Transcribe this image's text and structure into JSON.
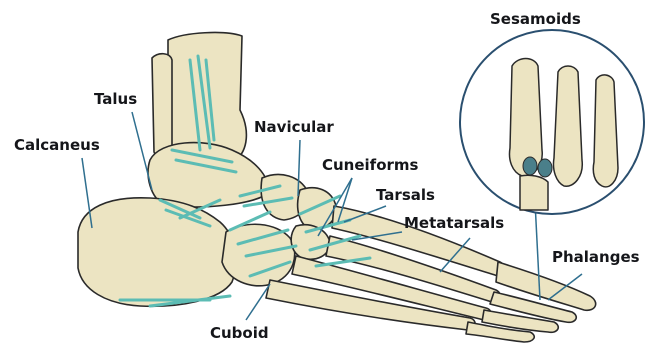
{
  "labels": {
    "sesamoids": "Sesamoids",
    "talus": "Talus",
    "navicular": "Navicular",
    "calcaneus": "Calcaneus",
    "cuneiforms": "Cuneiforms",
    "tarsals": "Tarsals",
    "metatarsals": "Metatarsals",
    "phalanges": "Phalanges",
    "cuboid": "Cuboid"
  },
  "colors": {
    "bone_fill": "#ece4c2",
    "bone_outline": "#2a2a2a",
    "ligament": "#5cbcb4",
    "ligament_dark": "#2f8f8a",
    "sesamoid": "#4a7f8a",
    "leader_line": "#2f6f8f",
    "inset_circle": "#2a4f6f"
  }
}
